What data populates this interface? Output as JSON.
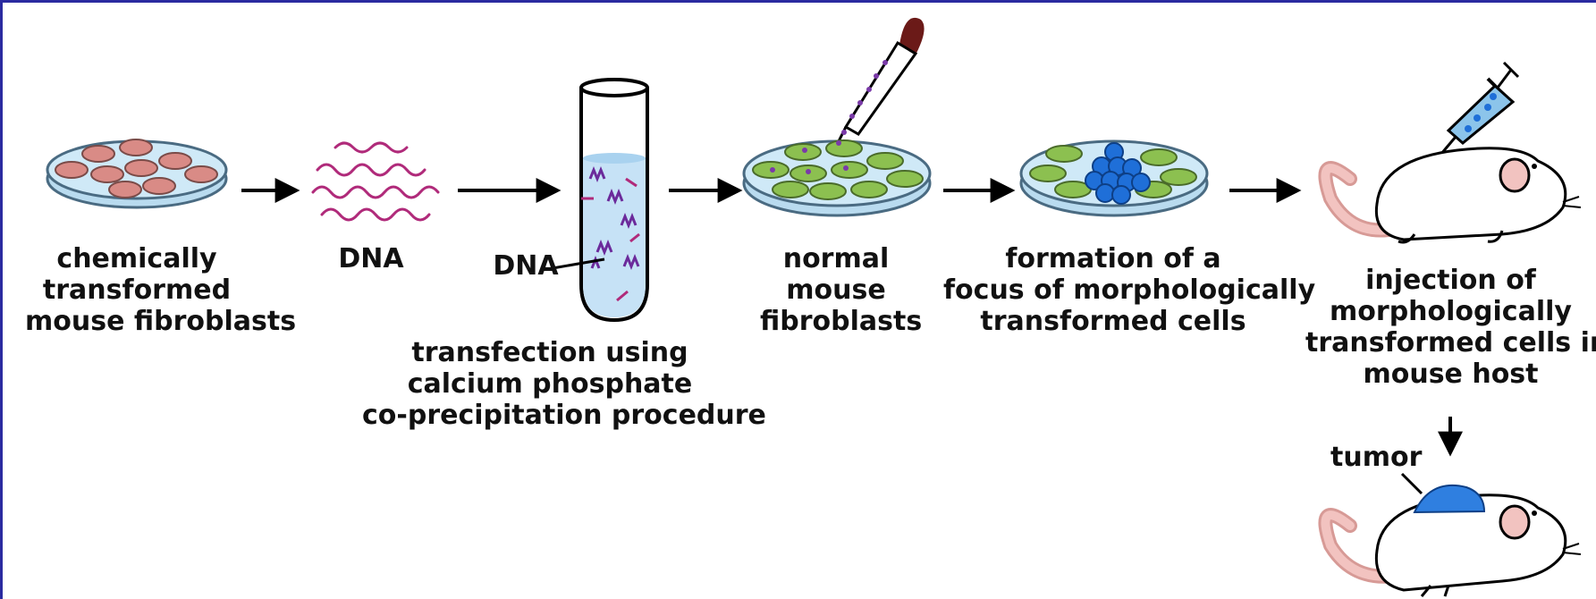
{
  "diagram": {
    "steps": [
      {
        "lines": [
          "chemically",
          "transformed",
          "mouse fibroblasts"
        ]
      },
      {
        "lines": [
          "DNA"
        ]
      },
      {
        "lines": [
          "transfection using",
          "calcium phosphate",
          "co-precipitation procedure"
        ]
      },
      {
        "lines": [
          "normal",
          "mouse",
          "fibroblasts"
        ]
      },
      {
        "lines": [
          "formation of a",
          "focus of morphologically",
          "transformed cells"
        ]
      },
      {
        "lines": [
          "injection of",
          "morphologically",
          "transformed cells into",
          "mouse host"
        ]
      }
    ],
    "tube_label": "DNA",
    "tumor_label": "tumor"
  },
  "colors": {
    "frame": "#2a2aa0",
    "dish_fill": "#cfe9f7",
    "dish_rim": "#4a6b82",
    "transformed_cell": "#d98b86",
    "normal_cell": "#8cc050",
    "focus_cell": "#1f6fd8",
    "dna": "#b02a7a",
    "tube_liquid": "#c6e2f6",
    "mouse_skin": "#f2c3c0",
    "tumor": "#2f7fe0",
    "dropper_bulb": "#6b1a18"
  }
}
